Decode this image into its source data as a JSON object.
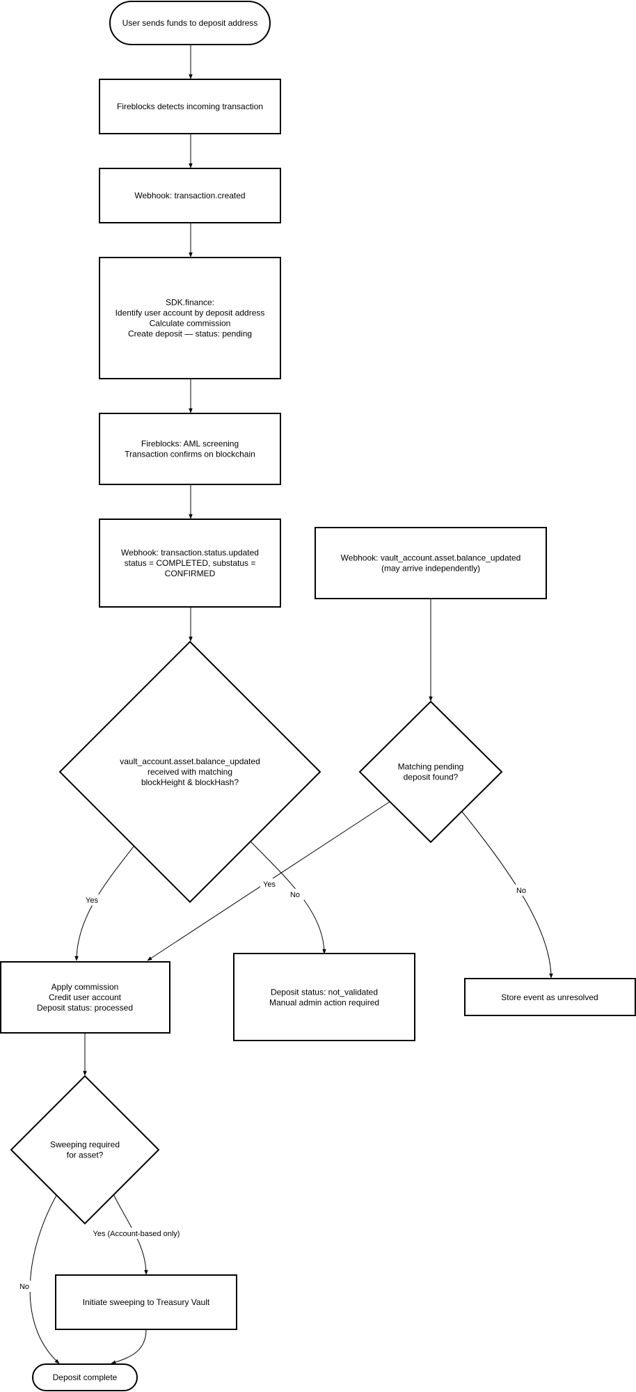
{
  "nodes": {
    "start": {
      "lines": [
        "User sends funds to deposit address"
      ]
    },
    "detect": {
      "lines": [
        "Fireblocks detects incoming transaction"
      ]
    },
    "webhook_created": {
      "lines": [
        "Webhook: transaction.created"
      ]
    },
    "sdk_finance": {
      "lines": [
        "SDK.finance:",
        "Identify user account by deposit address",
        "Calculate commission",
        "Create deposit — status: pending"
      ]
    },
    "aml": {
      "lines": [
        "Fireblocks: AML screening",
        "Transaction confirms on blockchain"
      ]
    },
    "webhook_status": {
      "lines": [
        "Webhook: transaction.status.updated",
        "status = COMPLETED, substatus =",
        "CONFIRMED"
      ]
    },
    "webhook_balance": {
      "lines": [
        "Webhook: vault_account.asset.balance_updated",
        "(may arrive independently)"
      ]
    },
    "decision_balance": {
      "lines": [
        "vault_account.asset.balance_updated",
        "received with matching",
        "blockHeight & blockHash?"
      ]
    },
    "decision_pending": {
      "lines": [
        "Matching pending",
        "deposit found?"
      ]
    },
    "apply_commission": {
      "lines": [
        "Apply commission",
        "Credit user account",
        "Deposit status: processed"
      ]
    },
    "not_validated": {
      "lines": [
        "Deposit status: not_validated",
        "Manual admin action required"
      ]
    },
    "unresolved": {
      "lines": [
        "Store event as unresolved"
      ]
    },
    "decision_sweep": {
      "lines": [
        "Sweeping required",
        "for asset?"
      ]
    },
    "sweep": {
      "lines": [
        "Initiate sweeping to Treasury Vault"
      ]
    },
    "end": {
      "lines": [
        "Deposit complete"
      ]
    }
  },
  "edge_labels": {
    "yes_balance": "Yes",
    "no_balance": "No",
    "yes_pending": "Yes",
    "no_pending": "No",
    "yes_sweep": "Yes (Account-based only)",
    "no_sweep": "No"
  }
}
